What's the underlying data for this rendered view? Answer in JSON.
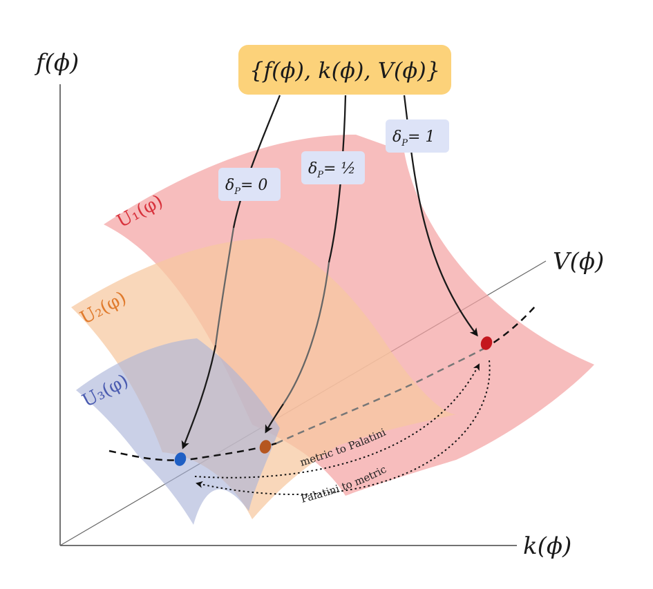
{
  "axes": {
    "vertical_label": "f(ϕ)",
    "horizontal_label": "k(ϕ)",
    "depth_label": "V(ϕ)"
  },
  "top_box": {
    "text": "{f(ϕ), k(ϕ), V(ϕ)}",
    "color": "#fcd27a"
  },
  "surfaces": [
    {
      "label": "U₁(φ)",
      "color": "#f4a3a3",
      "text_color": "#d8323c"
    },
    {
      "label": "U₂(φ)",
      "color": "#f7c79f",
      "text_color": "#e07a2c"
    },
    {
      "label": "U₃(φ)",
      "color": "#aab3d9",
      "text_color": "#4a5bb0"
    }
  ],
  "delta_labels": [
    {
      "symbol": "δ",
      "sub": "P",
      "value": "= 0"
    },
    {
      "symbol": "δ",
      "sub": "P",
      "value": "= ½"
    },
    {
      "symbol": "δ",
      "sub": "P",
      "value": "= 1"
    }
  ],
  "points": [
    {
      "name": "blue-point",
      "color": "#1f5fc4"
    },
    {
      "name": "orange-point",
      "color": "#b5561f"
    },
    {
      "name": "red-point",
      "color": "#c4171e"
    }
  ],
  "arrows": {
    "metric_to_palatini": "metric to Palatini",
    "palatini_to_metric": "Palatini to metric"
  },
  "delta_box_color": "#dde3f7"
}
